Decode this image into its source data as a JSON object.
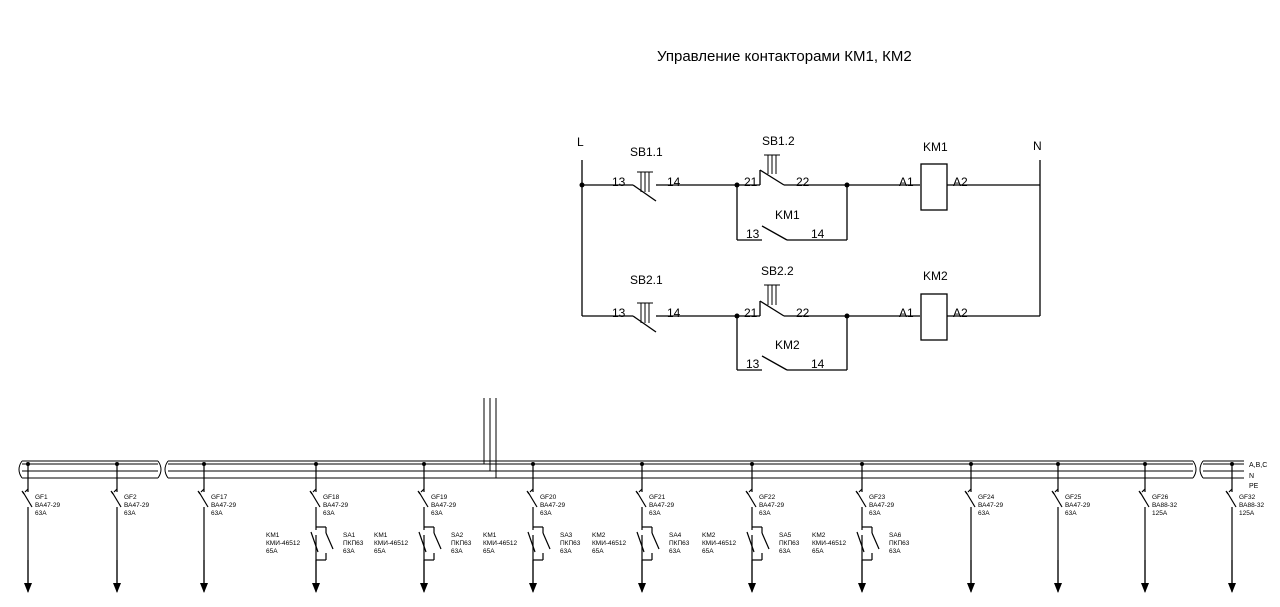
{
  "title": "Управление контакторами КМ1, КМ2",
  "control": {
    "line_label": "L",
    "neutral_label": "N",
    "row1": {
      "button1": "SB1.1",
      "b1_t1": "13",
      "b1_t2": "14",
      "button2": "SB1.2",
      "b2_t1": "21",
      "b2_t2": "22",
      "coil": "KM1",
      "coil_a1": "A1",
      "coil_a2": "A2",
      "aux": "KM1",
      "aux_t1": "13",
      "aux_t2": "14"
    },
    "row2": {
      "button1": "SB2.1",
      "b1_t1": "13",
      "b1_t2": "14",
      "button2": "SB2.2",
      "b2_t1": "21",
      "b2_t2": "22",
      "coil": "KM2",
      "coil_a1": "A1",
      "coil_a2": "A2",
      "aux": "KM2",
      "aux_t1": "13",
      "aux_t2": "14"
    }
  },
  "bus_labels": [
    "A,B,C",
    "N",
    "PE"
  ],
  "breakers": [
    {
      "name": "GF1",
      "type": "ВА47-29",
      "rating": "63A"
    },
    {
      "name": "GF2",
      "type": "ВА47-29",
      "rating": "63A"
    },
    {
      "name": "GF17",
      "type": "ВА47-29",
      "rating": "63A"
    },
    {
      "name": "GF18",
      "type": "ВА47-29",
      "rating": "63A",
      "contactor": "KM1",
      "contactor_type": "КМИ-46512",
      "contactor_rating": "65A",
      "switch": "SA1",
      "switch_type": "ПКП63",
      "switch_rating": "63A"
    },
    {
      "name": "GF19",
      "type": "ВА47-29",
      "rating": "63A",
      "contactor": "KM1",
      "contactor_type": "КМИ-46512",
      "contactor_rating": "65A",
      "switch": "SA2",
      "switch_type": "ПКП63",
      "switch_rating": "63A"
    },
    {
      "name": "GF20",
      "type": "ВА47-29",
      "rating": "63A",
      "contactor": "KM1",
      "contactor_type": "КМИ-46512",
      "contactor_rating": "65A",
      "switch": "SA3",
      "switch_type": "ПКП63",
      "switch_rating": "63A"
    },
    {
      "name": "GF21",
      "type": "ВА47-29",
      "rating": "63A",
      "contactor": "KM2",
      "contactor_type": "КМИ-46512",
      "contactor_rating": "65A",
      "switch": "SA4",
      "switch_type": "ПКП63",
      "switch_rating": "63A"
    },
    {
      "name": "GF22",
      "type": "ВА47-29",
      "rating": "63A",
      "contactor": "KM2",
      "contactor_type": "КМИ-46512",
      "contactor_rating": "65A",
      "switch": "SA5",
      "switch_type": "ПКП63",
      "switch_rating": "63A"
    },
    {
      "name": "GF23",
      "type": "ВА47-29",
      "rating": "63A",
      "contactor": "KM2",
      "contactor_type": "КМИ-46512",
      "contactor_rating": "65A",
      "switch": "SA6",
      "switch_type": "ПКП63",
      "switch_rating": "63A"
    },
    {
      "name": "GF24",
      "type": "ВА47-29",
      "rating": "63A"
    },
    {
      "name": "GF25",
      "type": "ВА47-29",
      "rating": "63A"
    },
    {
      "name": "GF26",
      "type": "ВА88-32",
      "rating": "125A"
    },
    {
      "name": "GF32",
      "type": "ВА88-32",
      "rating": "125A"
    }
  ]
}
